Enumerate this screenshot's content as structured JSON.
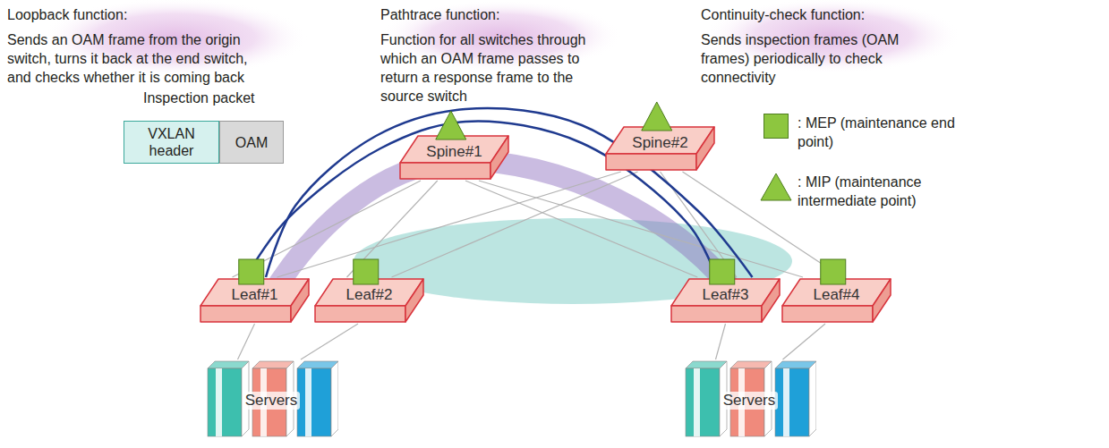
{
  "diagram": {
    "nodes": [
      {
        "text": [
          "Loopback function:",
          "Sends an OAM frame from the origin switch, turns it back at the end switch, and checks whether it is coming back"
        ]
      },
      {
        "text": [
          "Pathtrace function:",
          "Function for all switches through which an OAM frame passes to return a response frame to the source switch"
        ]
      },
      {
        "text": [
          "Continuity-check function:",
          "Sends inspection frames (OAM frames) periodically to check connectivity"
        ]
      },
      {
        "text": [
          "VXLAN header"
        ]
      },
      {
        "text": [
          "OAM"
        ]
      },
      {
        "text": [
          "Spine#1"
        ]
      },
      {
        "text": [
          "Spine#2"
        ]
      },
      {
        "text": [
          "Leaf#1"
        ]
      },
      {
        "text": [
          "Leaf#2"
        ]
      },
      {
        "text": [
          "Leaf#3"
        ]
      },
      {
        "text": [
          "Leaf#4"
        ]
      },
      {
        "text": [
          "Servers"
        ]
      },
      {
        "text": [
          "Servers"
        ]
      }
    ],
    "edges": [
      {
        "from": 7,
        "to": 5,
        "arrow": "none"
      },
      {
        "from": 7,
        "to": 6,
        "arrow": "none"
      },
      {
        "from": 8,
        "to": 5,
        "arrow": "none"
      },
      {
        "from": 8,
        "to": 6,
        "arrow": "none"
      },
      {
        "from": 9,
        "to": 5,
        "arrow": "none"
      },
      {
        "from": 9,
        "to": 6,
        "arrow": "none"
      },
      {
        "from": 10,
        "to": 5,
        "arrow": "none"
      },
      {
        "from": 10,
        "to": 6,
        "arrow": "none"
      },
      {
        "from": 11,
        "to": 7,
        "arrow": "none"
      },
      {
        "from": 11,
        "to": 8,
        "arrow": "none"
      },
      {
        "from": 12,
        "to": 9,
        "arrow": "none"
      },
      {
        "from": 12,
        "to": 10,
        "arrow": "none"
      },
      {
        "from": 7,
        "to": 9,
        "arrow": "none"
      },
      {
        "from": 9,
        "to": 7,
        "arrow": "to"
      }
    ],
    "labels": [
      "Inspection packet"
    ],
    "legend": [
      {
        "text": ": MEP (maintenance end point)",
        "color": "#8dc63f"
      },
      {
        "text": ": MIP (maintenance intermediate point)"
      }
    ]
  }
}
